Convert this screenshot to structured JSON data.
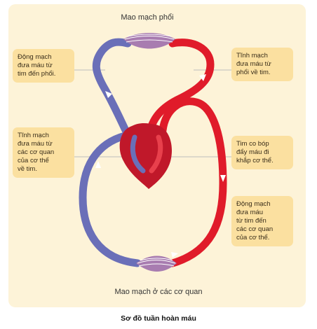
{
  "diagram": {
    "top_label": "Mao mạch phổi",
    "bottom_label": "Mao mạch ở các cơ quan",
    "caption": "Sơ đồ tuần hoàn máu",
    "boxes": {
      "pulmonary_artery": "Động mạch\nđưa máu từ\ntim đến phổi.",
      "pulmonary_vein": "Tĩnh mạch\nđưa máu từ\nphổi về tim.",
      "systemic_vein": "Tĩnh mạch\nđưa máu từ\ncác cơ quan\ncủa cơ thể\nvề tim.",
      "heart": "Tim co bóp\nđẩy máu đi\nkhắp cơ thể.",
      "systemic_artery": "Động mạch\nđưa máu\ntừ tim đến\ncác cơ quan\ncủa cơ thể."
    },
    "colors": {
      "oxygenated": "#e01b2a",
      "deoxygenated": "#6a6fb8",
      "heart": "#c0182a",
      "panel": "#fdf3d8",
      "box": "#fbe0a0"
    }
  }
}
